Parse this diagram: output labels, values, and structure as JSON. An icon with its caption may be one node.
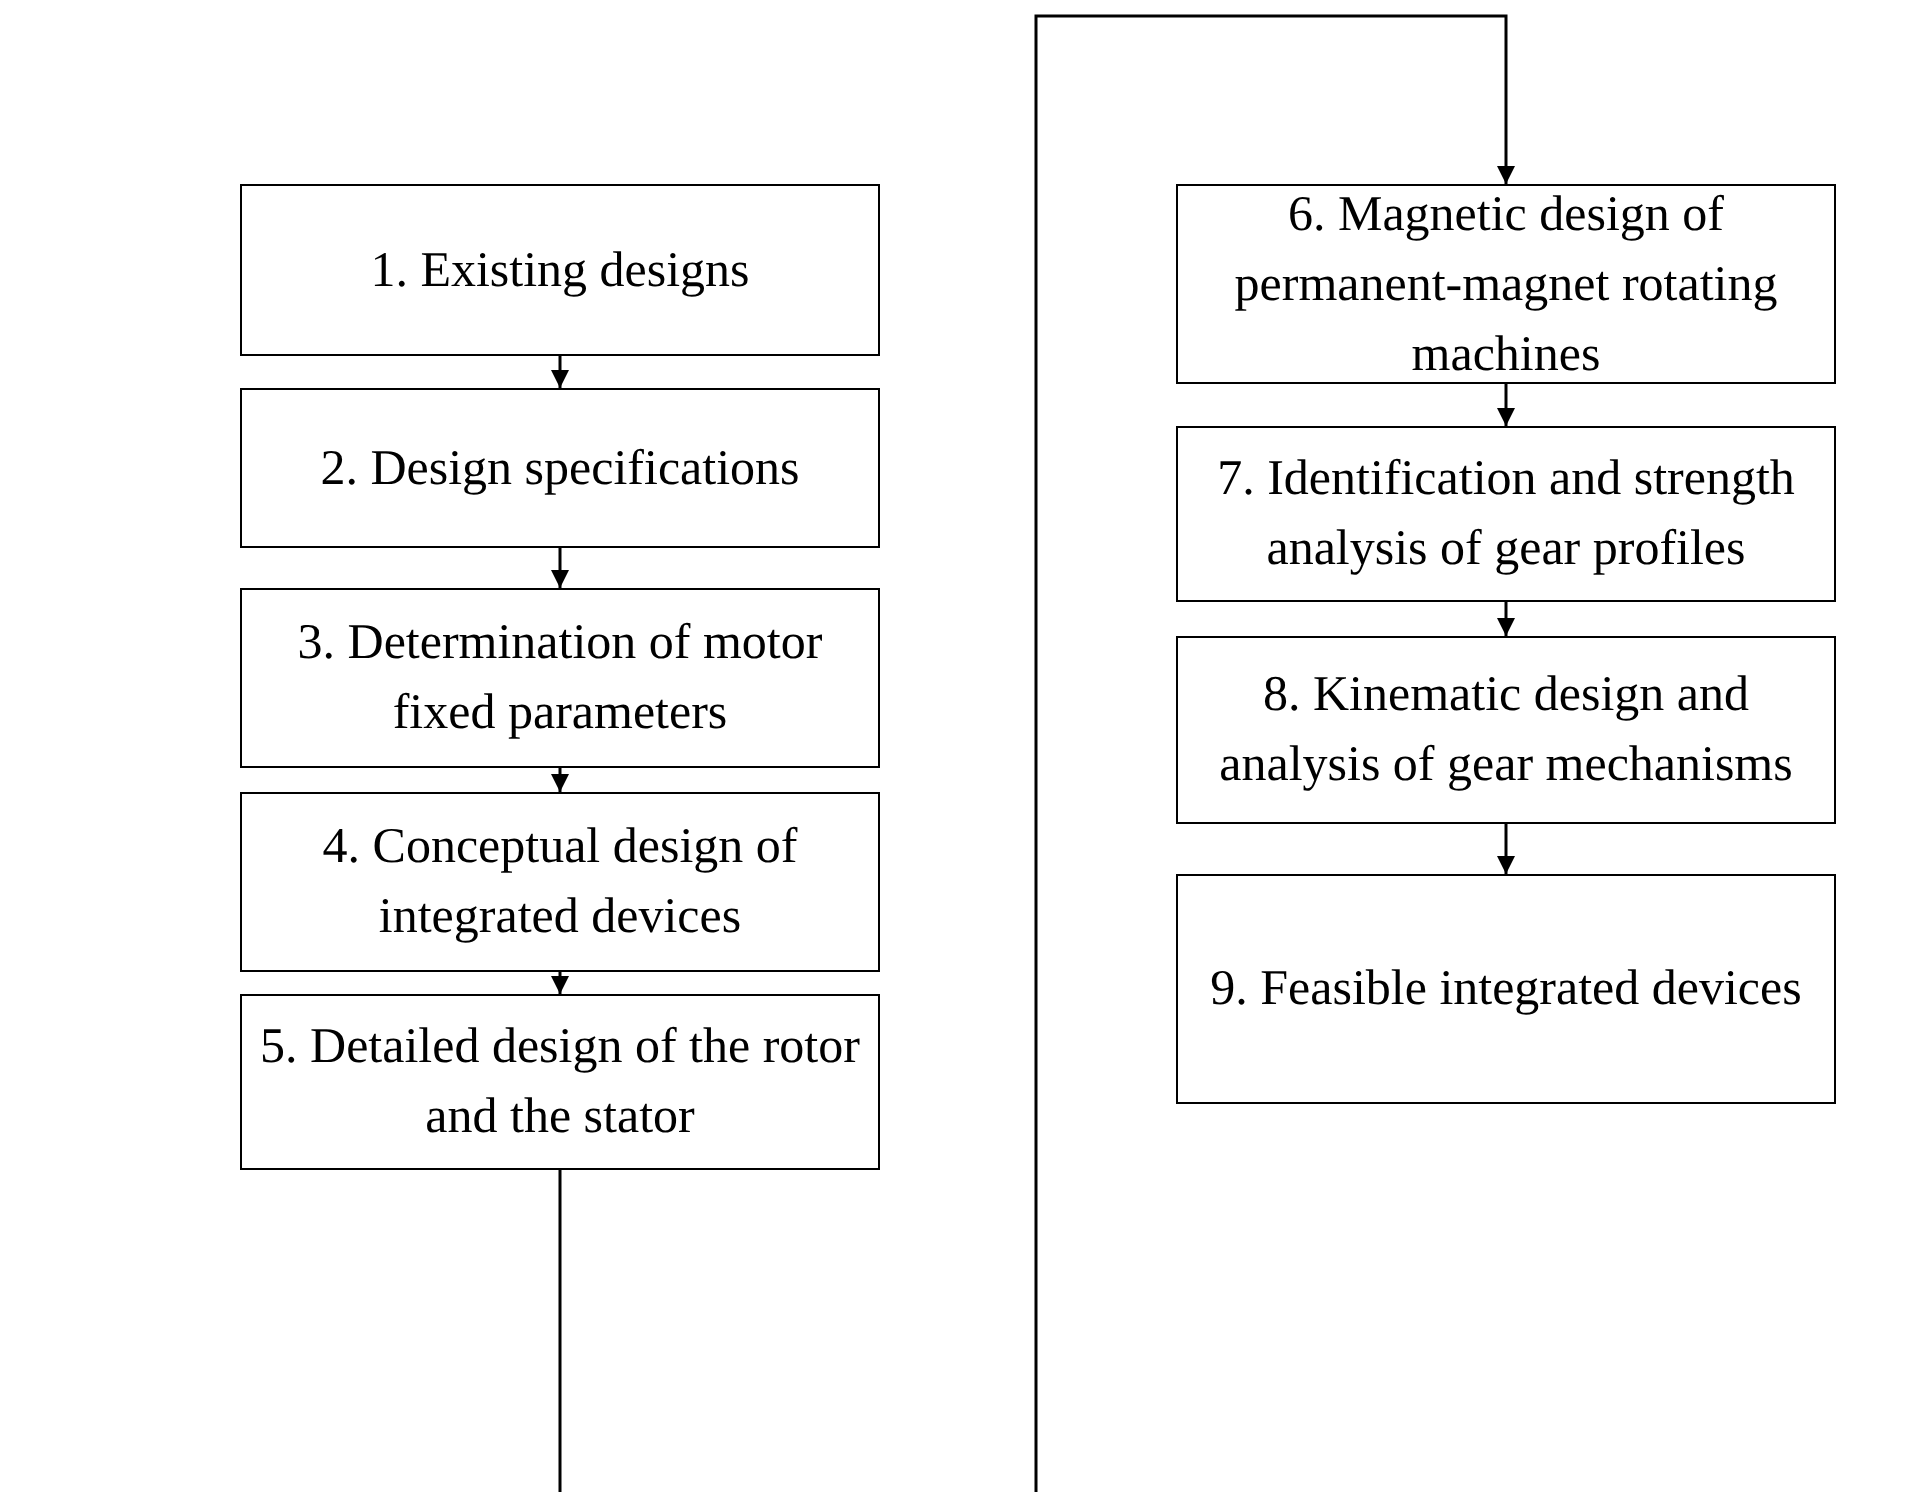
{
  "diagram": {
    "nodes": [
      {
        "text": [
          "1. Existing designs"
        ]
      },
      {
        "text": [
          "2. Design specifications"
        ]
      },
      {
        "text": [
          "3. Determination of motor fixed parameters"
        ]
      },
      {
        "text": [
          "4. Conceptual design of integrated devices"
        ]
      },
      {
        "text": [
          "5. Detailed design of the rotor and the stator"
        ]
      },
      {
        "text": [
          "6. Magnetic design of permanent-magnet rotating machines"
        ]
      },
      {
        "text": [
          "7. Identification and strength analysis of gear profiles"
        ]
      },
      {
        "text": [
          "8. Kinematic design and analysis of gear mechanisms"
        ]
      },
      {
        "text": [
          "9. Feasible integrated devices"
        ]
      }
    ],
    "edges": [
      {
        "from": 0,
        "to": 1,
        "arrow": "to"
      },
      {
        "from": 1,
        "to": 2,
        "arrow": "to"
      },
      {
        "from": 2,
        "to": 3,
        "arrow": "to"
      },
      {
        "from": 3,
        "to": 4,
        "arrow": "to"
      },
      {
        "from": 4,
        "to": null,
        "arrow": "none"
      },
      {
        "from": null,
        "to": 5,
        "arrow": "to"
      },
      {
        "from": 5,
        "to": 6,
        "arrow": "to"
      },
      {
        "from": 6,
        "to": 7,
        "arrow": "to"
      },
      {
        "from": 7,
        "to": 8,
        "arrow": "to"
      }
    ]
  }
}
